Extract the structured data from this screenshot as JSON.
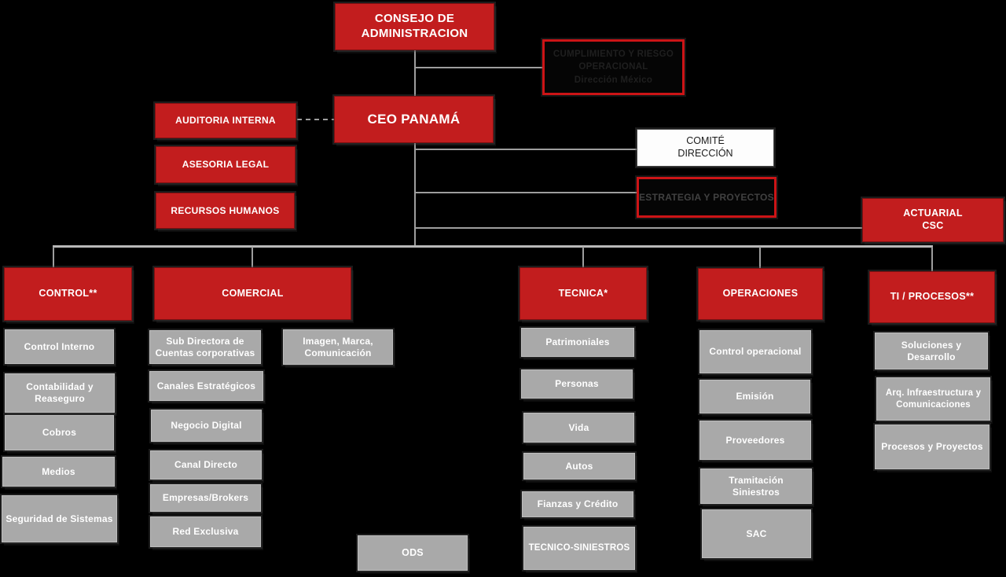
{
  "palette": {
    "background": "#000000",
    "red_fill": "#c21d1e",
    "red_border": "#cc1416",
    "gray_fill": "#a9a9a9",
    "white_fill": "#fdfdfd",
    "connector": "#9e9e9e",
    "dark_text_1": "#1f1f1f",
    "dark_text_2": "#414141"
  },
  "nodes": {
    "consejo": {
      "label": "CONSEJO DE ADMINISTRACION"
    },
    "cumplimiento": {
      "lines": [
        "CUMPLIMIENTO Y RIESGO",
        "OPERACIONAL",
        "Dirección México"
      ]
    },
    "ceo": {
      "label": "CEO PANAMÁ"
    },
    "staff": [
      "AUDITORIA INTERNA",
      "ASESORIA LEGAL",
      "RECURSOS HUMANOS"
    ],
    "comite": {
      "label": "COMITÉ DIRECCIÓN"
    },
    "estrategia": {
      "label": "ESTRATEGIA Y PROYECTOS"
    },
    "actuarial": {
      "label": "ACTUARIAL CSC"
    },
    "ods": {
      "label": "ODS"
    }
  },
  "departments": [
    {
      "label": "CONTROL**",
      "children": [
        "Control Interno",
        "Contabilidad y Reaseguro",
        "Cobros",
        "Medios",
        "Seguridad de Sistemas"
      ]
    },
    {
      "label": "COMERCIAL",
      "children": [
        "Sub Directora de Cuentas corporativas",
        "Canales Estratégicos",
        "Negocio Digital",
        "Canal Directo",
        "Empresas/Brokers",
        "Red Exclusiva"
      ],
      "side": "Imagen, Marca, Comunicación"
    },
    {
      "label": "TECNICA*",
      "children": [
        "Patrimoniales",
        "Personas",
        "Vida",
        "Autos",
        "Fianzas y Crédito",
        "TECNICO-SINIESTROS"
      ]
    },
    {
      "label": "OPERACIONES",
      "children": [
        "Control operacional",
        "Emisión",
        "Proveedores",
        "Tramitación Siniestros",
        "SAC"
      ]
    },
    {
      "label": "TI / PROCESOS**",
      "children": [
        "Soluciones y Desarrollo",
        "Arq. Infraestructura y Comunicaciones",
        "Procesos y Proyectos"
      ]
    }
  ]
}
